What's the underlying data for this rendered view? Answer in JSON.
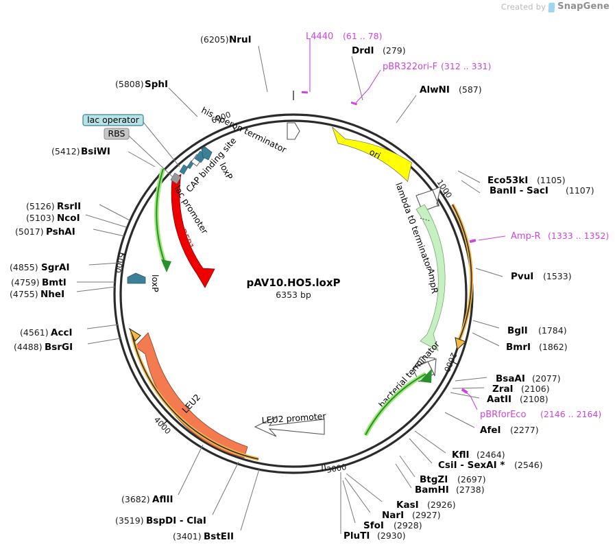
{
  "watermark": {
    "prefix": "Created by",
    "brand": "SnapGene"
  },
  "plasmid": {
    "name": "pAV10.HO5.loxP",
    "size": "6353 bp",
    "tick_labels": [
      "1000",
      "2000",
      "3000",
      "4000",
      "5000",
      "6000"
    ]
  },
  "enzymes": [
    {
      "name": "NruI",
      "pos": "(6205)"
    },
    {
      "name": "SphI",
      "pos": "(5808)"
    },
    {
      "name": "DrdI",
      "pos": "(279)"
    },
    {
      "name": "AlwNI",
      "pos": "(587)"
    },
    {
      "name": "Eco53kI",
      "pos": "(1105)"
    },
    {
      "name": "BanII  -  SacI",
      "pos": "(1107)"
    },
    {
      "name": "PvuI",
      "pos": "(1533)"
    },
    {
      "name": "BglI",
      "pos": "(1784)"
    },
    {
      "name": "BmrI",
      "pos": "(1862)"
    },
    {
      "name": "BsaAI",
      "pos": "(2077)"
    },
    {
      "name": "ZraI",
      "pos": "(2106)"
    },
    {
      "name": "AatII",
      "pos": "(2108)"
    },
    {
      "name": "AfeI",
      "pos": "(2277)"
    },
    {
      "name": "KflI",
      "pos": "(2464)"
    },
    {
      "name": "CsiI  -  SexAI *",
      "pos": "(2546)"
    },
    {
      "name": "BtgZI",
      "pos": "(2697)"
    },
    {
      "name": "BamHI",
      "pos": "(2738)"
    },
    {
      "name": "KasI",
      "pos": "(2926)"
    },
    {
      "name": "NarI",
      "pos": "(2927)"
    },
    {
      "name": "SfoI",
      "pos": "(2928)"
    },
    {
      "name": "PluTI",
      "pos": "(2930)"
    },
    {
      "name": "BstEII",
      "pos": "(3401)"
    },
    {
      "name": "BspDI  -  ClaI",
      "pos": "(3519)"
    },
    {
      "name": "AflII",
      "pos": "(3682)"
    },
    {
      "name": "BsrGI",
      "pos": "(4488)"
    },
    {
      "name": "AccI",
      "pos": "(4561)"
    },
    {
      "name": "NheI",
      "pos": "(4755)"
    },
    {
      "name": "BmtI",
      "pos": "(4759)"
    },
    {
      "name": "SgrAI",
      "pos": "(4855)"
    },
    {
      "name": "PshAI",
      "pos": "(5017)"
    },
    {
      "name": "NcoI",
      "pos": "(5103)"
    },
    {
      "name": "RsrII",
      "pos": "(5126)"
    },
    {
      "name": "BsiWI",
      "pos": "(5412)"
    }
  ],
  "primers": [
    {
      "name": "L4440",
      "range": "(61 .. 78)"
    },
    {
      "name": "pBR322ori-F",
      "range": "(312 .. 331)"
    },
    {
      "name": "Amp-R",
      "range": "(1333 .. 1352)"
    },
    {
      "name": "pBRforEco",
      "range": "(2146 .. 2164)"
    }
  ],
  "features": [
    {
      "label": "his operon terminator"
    },
    {
      "label": "ori"
    },
    {
      "label": "lambda t0 terminator"
    },
    {
      "label": "AmpR"
    },
    {
      "label": "bacterial terminator"
    },
    {
      "label": "LEU2"
    },
    {
      "label": "LEU2 promoter"
    },
    {
      "label": "loxP"
    },
    {
      "label": "mRFP1"
    },
    {
      "label": "lac promoter"
    },
    {
      "label": "CAP binding site"
    },
    {
      "label": "lac operator"
    },
    {
      "label": "RBS"
    },
    {
      "label": "loxP"
    }
  ],
  "colors": {
    "backbone": "#2b2b2b",
    "ori": "#ffff00",
    "ampr": "#c7f0c2",
    "leu2": "#f47b50",
    "mrfp1": "#ee0000",
    "loxp": "#3c7f99",
    "primer_purple": "#cc44dd",
    "primer_green": "#88e05a",
    "primer_orange": "#f5b942",
    "lac_operator_bg": "#b6e4e6",
    "rbs_bg": "#c6c6c6"
  }
}
